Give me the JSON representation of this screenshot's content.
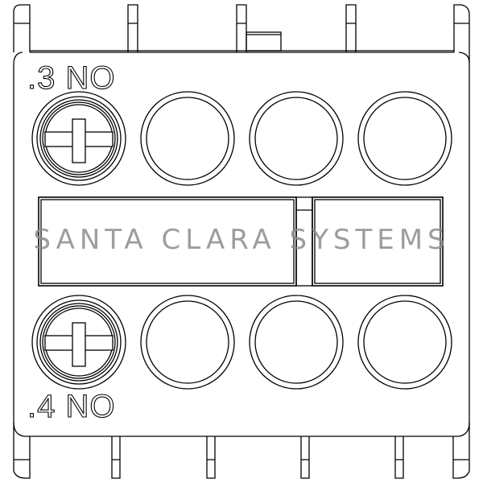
{
  "drawing": {
    "labels": {
      "top": ".3 NO",
      "bottom": ".4 NO"
    },
    "terminals": {
      "top_row": [
        "screw",
        "open",
        "open",
        "open"
      ],
      "bottom_row": [
        "screw",
        "open",
        "open",
        "open"
      ]
    },
    "colors": {
      "line": "#000000",
      "background": "#ffffff",
      "watermark": "#8c8c8c"
    }
  },
  "watermark": {
    "text": "SANTA CLARA SYSTEMS"
  }
}
